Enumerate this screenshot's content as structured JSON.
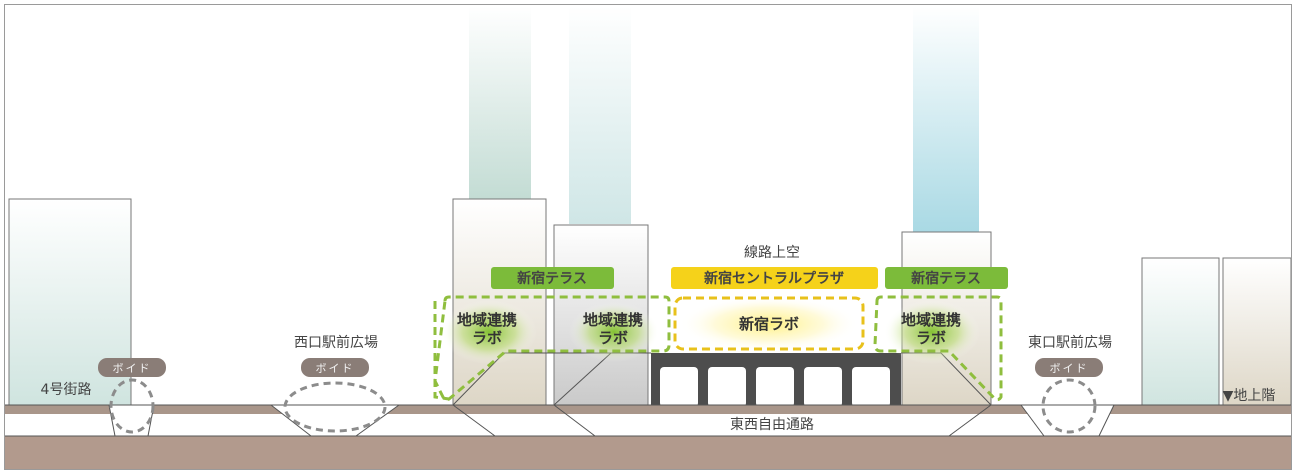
{
  "labels": {
    "route4": "4号街路",
    "west_plaza": "西口駅前広場",
    "east_plaza": "東口駅前広場",
    "above_tracks": "線路上空",
    "free_passage": "東西自由通路",
    "ground_floor": "▼地上階"
  },
  "voids": {
    "left": "ボイド",
    "west": "ボイド",
    "east": "ボイド"
  },
  "tags": {
    "terrace_left": "新宿テラス",
    "central_plaza": "新宿セントラルプラザ",
    "terrace_right": "新宿テラス"
  },
  "zones": {
    "lab_left_1a": "地域連携",
    "lab_left_1b": "ラボ",
    "lab_left_2a": "地域連携",
    "lab_left_2b": "ラボ",
    "shinjuku_lab": "新宿ラボ",
    "lab_right_a": "地域連携",
    "lab_right_b": "ラボ"
  },
  "colors": {
    "green_tag": "#7cbb3a",
    "yellow_tag": "#f5d21a",
    "green_dash": "#8fbe3e",
    "yellow_dash": "#e8c11b",
    "ground": "#b0978a",
    "void_pill": "#8a7d77"
  }
}
